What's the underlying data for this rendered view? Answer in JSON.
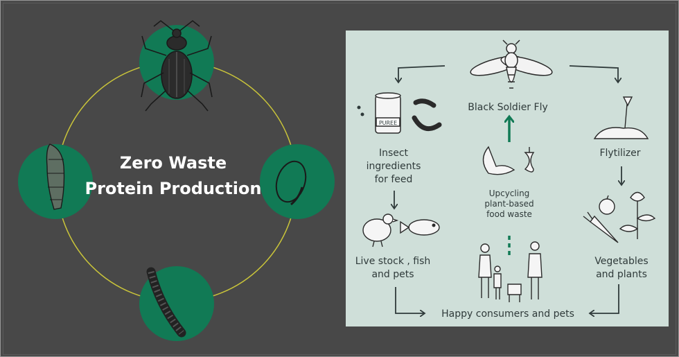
{
  "left": {
    "title_line1": "Zero Waste",
    "title_line2": "Protein Production",
    "colors": {
      "background": "#484848",
      "circle_fill": "#117a55",
      "ring": "#c9c43a"
    },
    "stages": [
      "beetle-icon",
      "egg-icon",
      "larva-icon",
      "pupa-icon"
    ]
  },
  "right": {
    "colors": {
      "panel": "#cfdfd9",
      "text": "#2f3a3a",
      "accent_arrow": "#117a55"
    },
    "black_soldier_fly": "Black Soldier Fly",
    "insect_ingredients": [
      "Insect",
      "ingredients",
      "for feed"
    ],
    "puree_label": "PUREE",
    "flytilizer": "Flytilizer",
    "upcycling": [
      "Upcycling",
      "plant-based",
      "food waste"
    ],
    "livestock": [
      "Live stock , fish",
      "and pets"
    ],
    "vegetables": [
      "Vegetables",
      "and plants"
    ],
    "happy": "Happy consumers and pets"
  }
}
